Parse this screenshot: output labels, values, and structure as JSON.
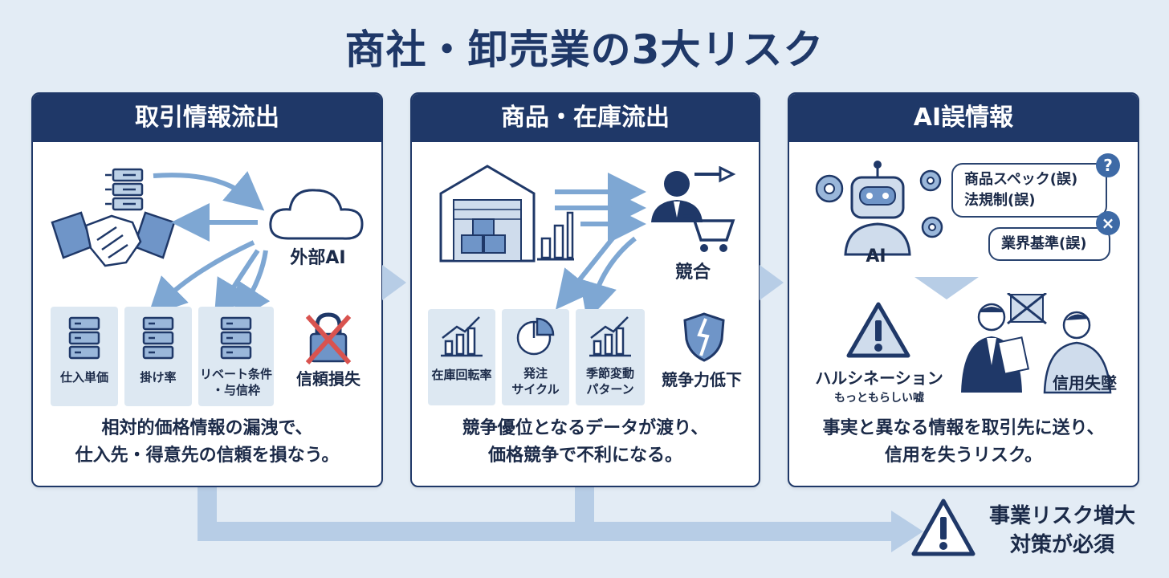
{
  "title": "商社・卸売業の3大リスク",
  "panels": [
    {
      "heading": "取引情報流出",
      "node_label": "外部AI",
      "tiles": [
        {
          "label": "仕入単価"
        },
        {
          "label": "掛け率"
        },
        {
          "label": "リベート条件\n・与信枠"
        },
        {
          "label": "信頼損失"
        }
      ],
      "description": "相対的価格情報の漏洩で、\n仕入先・得意先の信頼を損なう。"
    },
    {
      "heading": "商品・在庫流出",
      "node_label": "競合",
      "tiles": [
        {
          "label": "在庫回転率"
        },
        {
          "label": "発注\nサイクル"
        },
        {
          "label": "季節変動\nパターン"
        },
        {
          "label": "競争力低下"
        }
      ],
      "description": "競争優位となるデータが渡り、\n価格競争で不利になる。"
    },
    {
      "heading": "AI誤情報",
      "ai_label": "AI",
      "bubbles": [
        {
          "lines": [
            "商品スペック(誤)",
            "法規制(誤)"
          ]
        },
        {
          "lines": [
            "業界基準(誤)"
          ]
        }
      ],
      "badges": {
        "question": "?",
        "cross": "×"
      },
      "hallucination_label": "ハルシネーション",
      "hallucination_sub": "もっともらしい嘘",
      "trust_label": "信用失墜",
      "description": "事実と異なる情報を取引先に送り、\n信用を失うリスク。"
    }
  ],
  "conclusion": [
    "事業リスク増大",
    "対策が必須"
  ],
  "colors": {
    "navy": "#1f3868",
    "light": "#dde8f2",
    "arrow": "#7ea7d3",
    "flow": "#b7cde6",
    "alert": "#d9534f"
  }
}
